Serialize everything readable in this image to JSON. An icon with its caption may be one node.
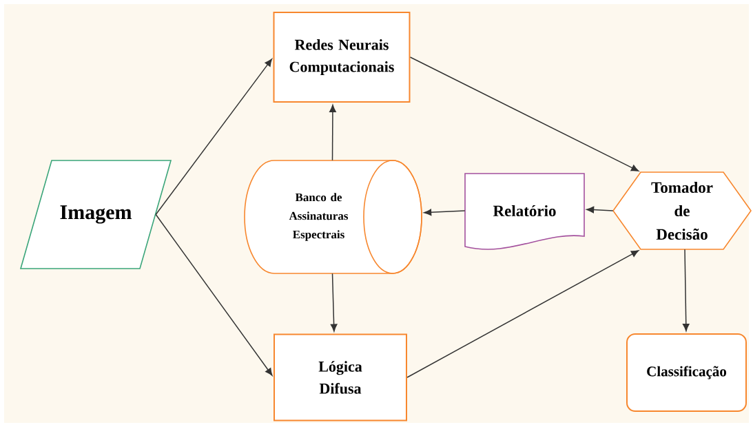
{
  "diagram": {
    "nodes": [
      {
        "text": [
          "Redes Neurais Computacionais"
        ]
      },
      {
        "text": [
          "Imagem"
        ]
      },
      {
        "text": [
          "Banco de Assinaturas Espectrais"
        ]
      },
      {
        "text": [
          "Relatório"
        ]
      },
      {
        "text": [
          "Tomador de Decisão"
        ]
      },
      {
        "text": [
          "Lógica Difusa"
        ]
      },
      {
        "text": [
          "Classificação"
        ]
      }
    ],
    "edges": [
      {
        "from": 1,
        "to": 0,
        "arrow": "to"
      },
      {
        "from": 1,
        "to": 5,
        "arrow": "to"
      },
      {
        "from": 2,
        "to": 0,
        "arrow": "to"
      },
      {
        "from": 2,
        "to": 5,
        "arrow": "to"
      },
      {
        "from": 0,
        "to": 4,
        "arrow": "to"
      },
      {
        "from": 5,
        "to": 4,
        "arrow": "to"
      },
      {
        "from": 4,
        "to": 3,
        "arrow": "to"
      },
      {
        "from": 3,
        "to": 2,
        "arrow": "to"
      },
      {
        "from": 4,
        "to": 6,
        "arrow": "to"
      }
    ]
  }
}
